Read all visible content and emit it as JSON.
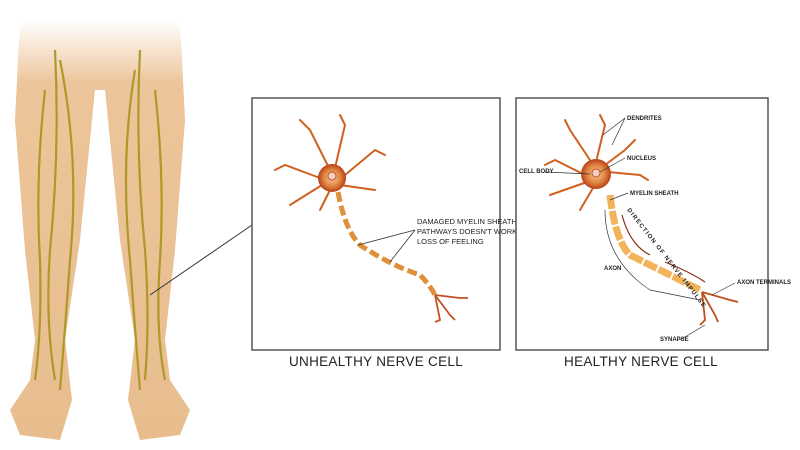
{
  "unhealthy_panel": {
    "caption": "UNHEALTHY NERVE CELL",
    "annotation_lines": [
      "DAMAGED MYELIN SHEATH",
      "PATHWAYS DOESN'T WORK",
      "LOSS OF FEELING"
    ]
  },
  "healthy_panel": {
    "caption": "HEALTHY NERVE CELL",
    "labels": {
      "dendrites": "DENDRITES",
      "nucleus": "NUCLEUS",
      "cell_body": "CELL BODY",
      "myelin_sheath": "MYELIN SHEATH",
      "direction": "DIRECTION OF NERVE IMPULSE",
      "axon": "AXON",
      "axon_terminals": "AXON TERMINALS",
      "synapse": "SYNAPSE"
    }
  },
  "colors": {
    "skin": "#edc59a",
    "nerve": "#b59a1e",
    "neuron": "#d9651f",
    "myelin": "#f3b35b"
  }
}
